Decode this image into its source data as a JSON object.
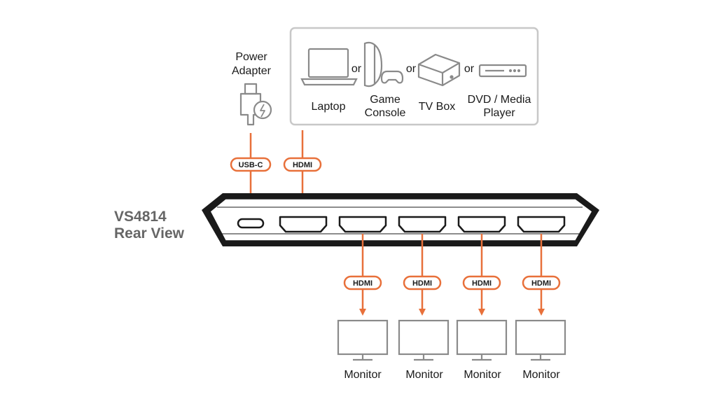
{
  "diagram": {
    "title_line1": "VS4814",
    "title_line2": "Rear View",
    "power": {
      "label_line1": "Power",
      "label_line2": "Adapter",
      "connector": "USB-C",
      "icon": "power-adapter-icon"
    },
    "sources": {
      "separator": "or",
      "items": [
        {
          "label_lines": [
            "Laptop"
          ],
          "icon": "laptop-icon"
        },
        {
          "label_lines": [
            "Game",
            "Console"
          ],
          "icon": "game-console-icon"
        },
        {
          "label_lines": [
            "TV Box"
          ],
          "icon": "tv-box-icon"
        },
        {
          "label_lines": [
            "DVD / Media",
            "Player"
          ],
          "icon": "media-player-icon"
        }
      ],
      "connector": "HDMI"
    },
    "outputs": [
      {
        "connector": "HDMI",
        "label": "Monitor"
      },
      {
        "connector": "HDMI",
        "label": "Monitor"
      },
      {
        "connector": "HDMI",
        "label": "Monitor"
      },
      {
        "connector": "HDMI",
        "label": "Monitor"
      }
    ],
    "colors": {
      "accent": "#e8703a",
      "outline": "#1a1a1a",
      "device_gray": "#8a8a8a",
      "box_border": "#c8c8c8",
      "title_gray": "#666666"
    }
  }
}
